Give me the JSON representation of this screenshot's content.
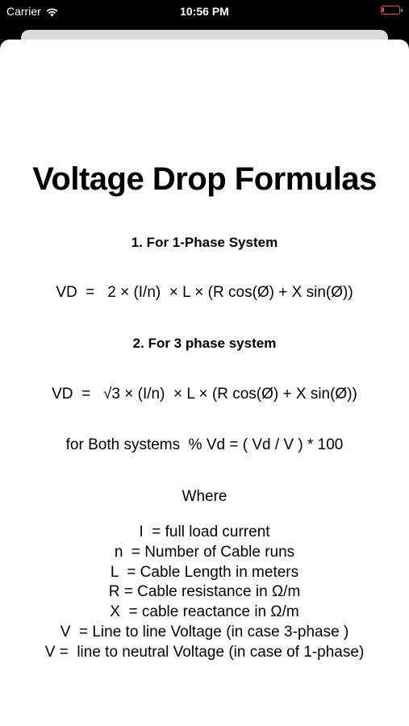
{
  "status_bar": {
    "carrier": "Carrier",
    "time": "10:56 PM",
    "battery_color": "#e05c5c"
  },
  "content": {
    "title": "Voltage Drop Formulas",
    "single_phase_heading": "1. For 1-Phase System",
    "single_phase_formula": "VD  =   2 × (I/n)  × L × (R cos(Ø) + X sin(Ø))",
    "three_phase_heading": "2. For 3 phase system",
    "three_phase_formula": "VD  =   √3 × (I/n)  × L × (R cos(Ø) + X sin(Ø))",
    "percent_formula": "for Both systems  % Vd = ( Vd / V ) * 100",
    "where_label": "Where",
    "definitions": [
      "I  = full load current",
      "n  = Number of Cable runs",
      "L  = Cable Length in meters",
      "R = Cable resistance in Ω/m",
      "X  = cable reactance in Ω/m",
      "V  = Line to line Voltage (in case 3-phase )",
      "V =  line to neutral Voltage (in case of 1-phase)"
    ]
  }
}
